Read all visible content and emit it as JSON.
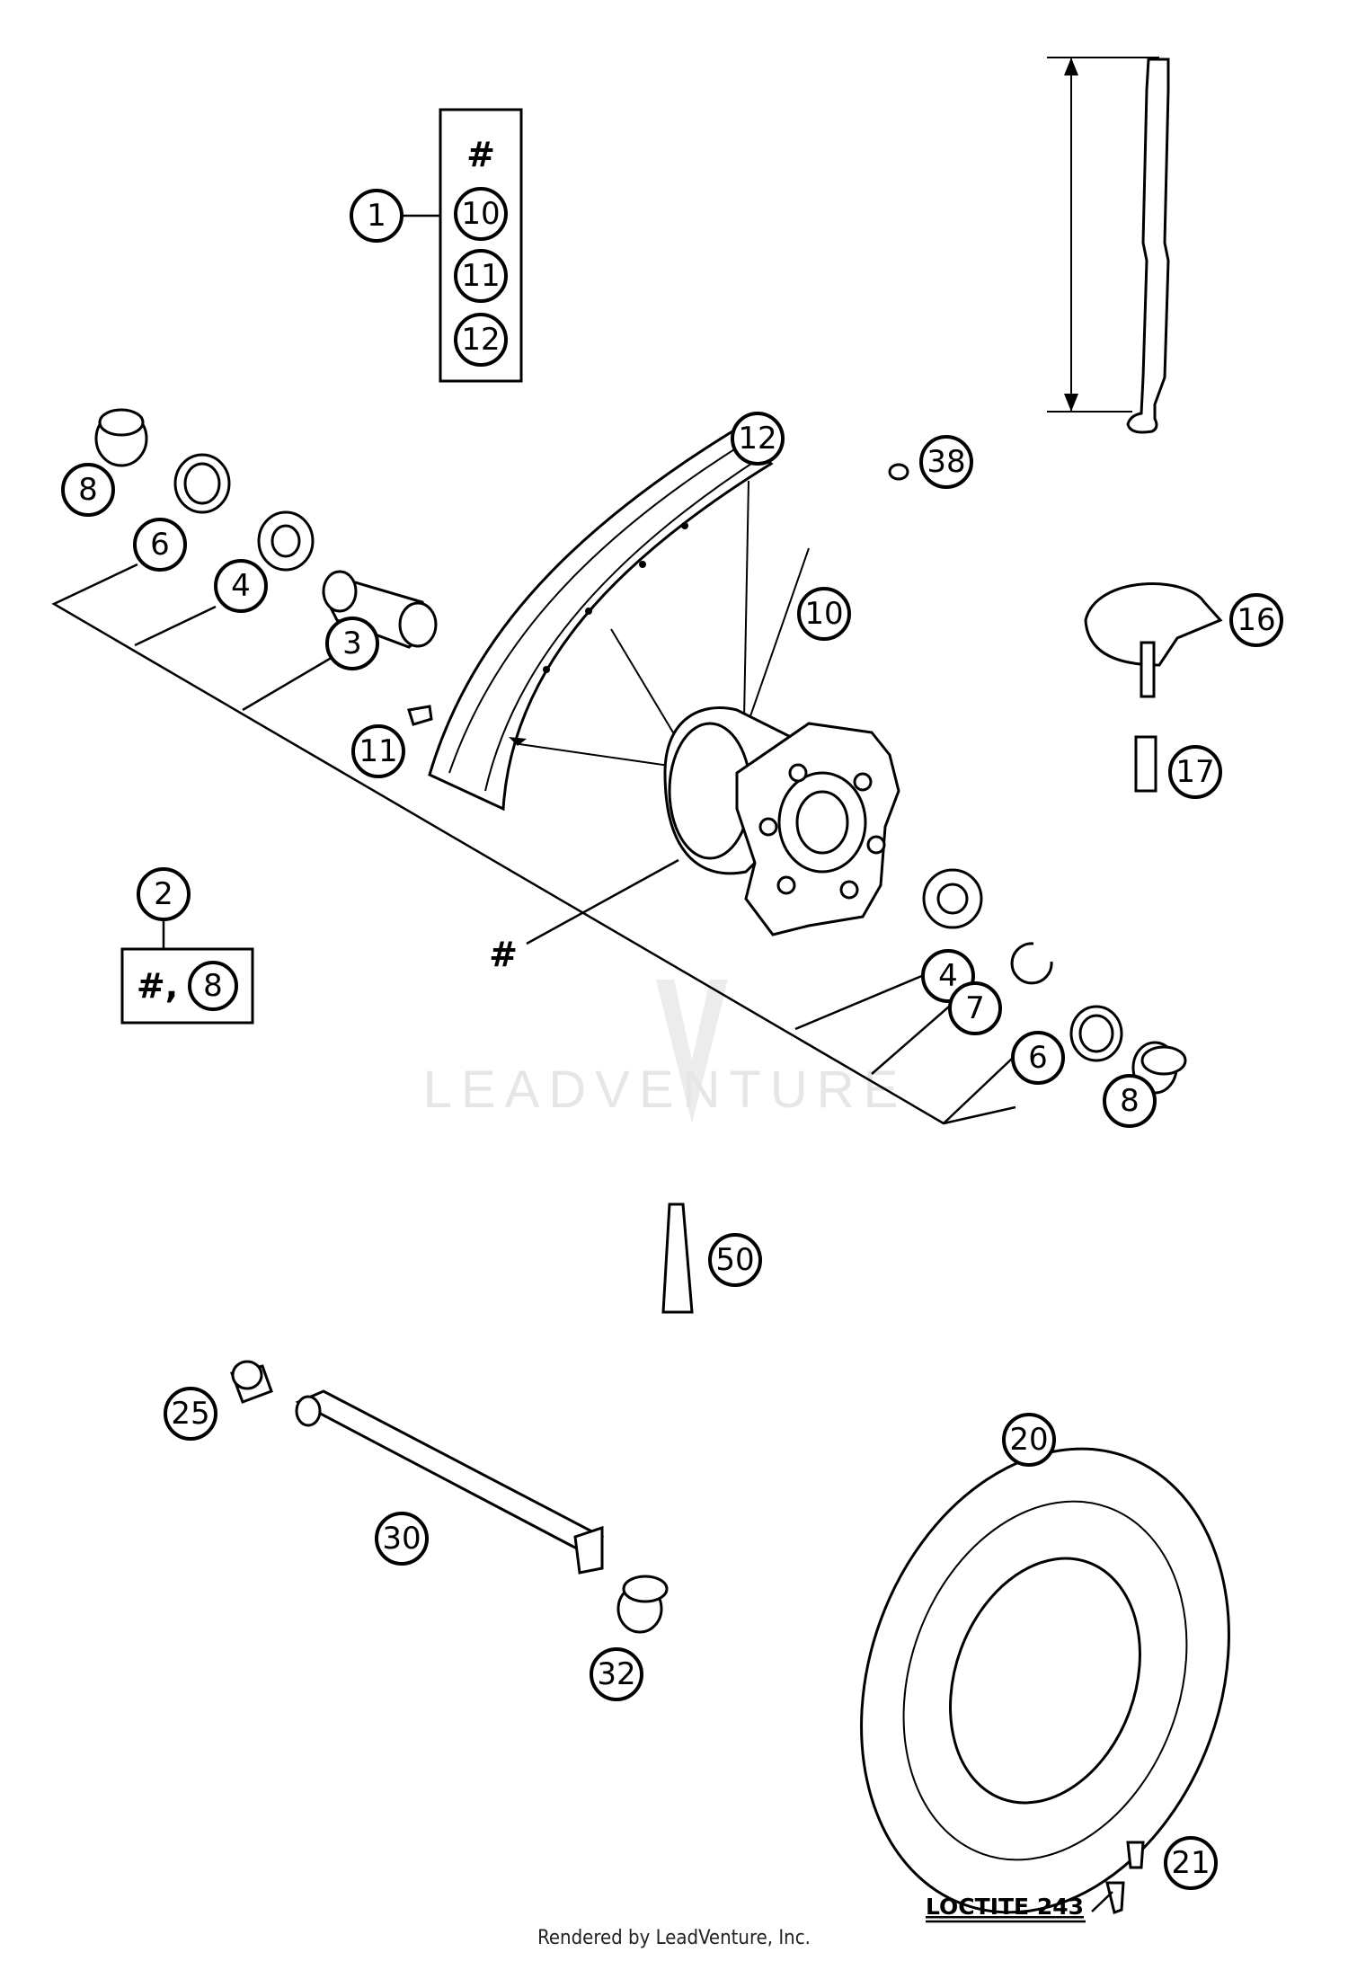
{
  "callouts": {
    "c1": "1",
    "c10a": "10",
    "c11a": "11",
    "c12a": "12",
    "c8a": "8",
    "c6a": "6",
    "c4a": "4",
    "c3": "3",
    "c12b": "12",
    "c10b": "10",
    "c11b": "11",
    "c38": "38",
    "c16": "16",
    "c17": "17",
    "c2": "2",
    "c8box": "8",
    "c4b": "4",
    "c7": "7",
    "c6b": "6",
    "c8b": "8",
    "c50": "50",
    "c25": "25",
    "c30": "30",
    "c32": "32",
    "c20": "20",
    "c21": "21"
  },
  "labels": {
    "hash_top": "#",
    "hash_hub": "#",
    "hash_box": "#,"
  },
  "loctite": "LOCTITE 243",
  "watermark": "LEADVENTURE",
  "footer": "Rendered by LeadVenture, Inc."
}
